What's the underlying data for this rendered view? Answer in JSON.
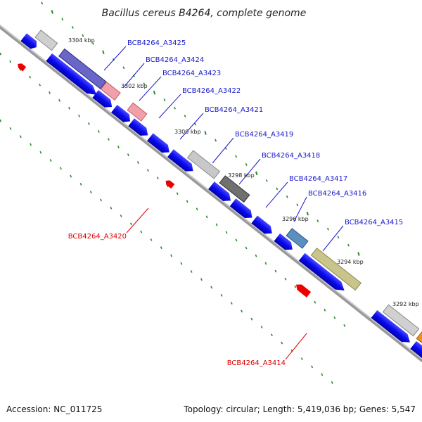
{
  "title": "Bacillus cereus B4264, complete genome",
  "footer": {
    "accession": "Accession: NC_011725",
    "summary": "Topology: circular; Length: 5,419,036 bp; Genes: 5,547"
  },
  "scale_labels": [
    "3304 kbp",
    "3302 kbp",
    "3300 kbp",
    "3298 kbp",
    "3296 kbp",
    "3294 kbp",
    "3292 kbp"
  ],
  "gene_labels": {
    "forward": [
      "BCB4264_A3425",
      "BCB4264_A3424",
      "BCB4264_A3423",
      "BCB4264_A3422",
      "BCB4264_A3421",
      "BCB4264_A3419",
      "BCB4264_A3418",
      "BCB4264_A3417",
      "BCB4264_A3416",
      "BCB4264_A3415"
    ],
    "reverse": [
      "BCB4264_A3420",
      "BCB4264_A3414"
    ]
  },
  "colors": {
    "forward_label": "#1a1acc",
    "reverse_label": "#dd0000",
    "cds_blue": "#0a0af0",
    "reverse_red": "#ee0000",
    "backbone": "#888888",
    "ticks": "#2a8a2a"
  }
}
